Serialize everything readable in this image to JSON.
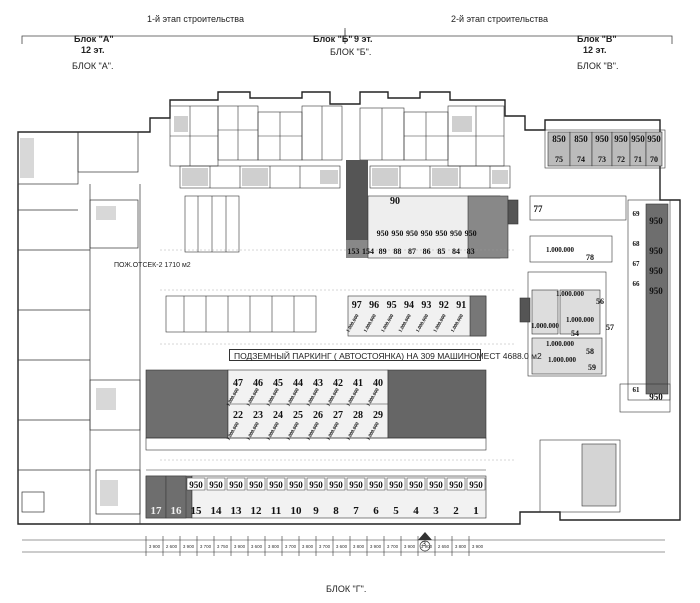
{
  "header": {
    "stage1": "1-й этап строительства",
    "stage2": "2-й этап строительства",
    "blockA": "Блок \"А\"",
    "blockA_floors": "12 эт.",
    "blockA_caption": "БЛОК \"А\".",
    "blockB": "Блок \"Б\"",
    "blockB_floors": "9 эт.",
    "blockB_caption": "БЛОК \"Б\".",
    "blockV": "Блок \"В\"",
    "blockV_floors": "12 эт.",
    "blockV_caption": "БЛОК \"В\"."
  },
  "plan": {
    "parking_title": "ПОДЗЕМНЫЙ ПАРКИНГ ( АВТОСТОЯНКА) НА 309 МАШИНОМЕСТ  4688.0 м2",
    "fire_zone": "ПОЖ.ОТСЕК-2  1710 м2",
    "bottom_caption": "БЛОК \"Г\".",
    "grid_marker": "3"
  },
  "spots": {
    "bottom_row": [
      {
        "num": "17",
        "price": ""
      },
      {
        "num": "16",
        "price": ""
      },
      {
        "num": "15",
        "price": "950"
      },
      {
        "num": "14",
        "price": "950"
      },
      {
        "num": "13",
        "price": "950"
      },
      {
        "num": "12",
        "price": "950"
      },
      {
        "num": "11",
        "price": "950"
      },
      {
        "num": "10",
        "price": "950"
      },
      {
        "num": "9",
        "price": "950"
      },
      {
        "num": "8",
        "price": "950"
      },
      {
        "num": "7",
        "price": "950"
      },
      {
        "num": "6",
        "price": "950"
      },
      {
        "num": "5",
        "price": "950"
      },
      {
        "num": "4",
        "price": "950"
      },
      {
        "num": "3",
        "price": "950"
      },
      {
        "num": "2",
        "price": "950"
      },
      {
        "num": "1",
        "price": "950"
      }
    ],
    "mid_top_row": [
      "47",
      "46",
      "45",
      "44",
      "43",
      "42",
      "41",
      "40"
    ],
    "mid_bottom_row": [
      "22",
      "23",
      "24",
      "25",
      "26",
      "27",
      "28",
      "29"
    ],
    "mid_price": "1.000.000",
    "upper_row": [
      "97",
      "96",
      "95",
      "94",
      "93",
      "92",
      "91"
    ],
    "top_row": [
      "153",
      "154",
      "89",
      "88",
      "87",
      "86",
      "85",
      "84",
      "83"
    ],
    "top_price": "950",
    "right_top_row": [
      {
        "num": "75",
        "price": "850"
      },
      {
        "num": "74",
        "price": "850"
      },
      {
        "num": "73",
        "price": "950"
      },
      {
        "num": "72",
        "price": "950"
      },
      {
        "num": "71",
        "price": "950"
      },
      {
        "num": "70",
        "price": "950"
      }
    ],
    "right_column": [
      {
        "num": "69",
        "price": "950"
      },
      {
        "num": "68",
        "price": "950"
      },
      {
        "num": "67",
        "price": "950"
      },
      {
        "num": "66",
        "price": "950"
      },
      {
        "num": "61",
        "price": "950"
      }
    ],
    "right_inner": [
      {
        "num": "78",
        "price": "1.000.000"
      },
      {
        "num": "56",
        "price": "1.000.000"
      },
      {
        "num": "54",
        "price": "1.000.000"
      },
      {
        "num": "57",
        "price": "1.000.000"
      },
      {
        "num": "58",
        "price": "1.000.000"
      },
      {
        "num": "59",
        "price": "1.000.000"
      }
    ],
    "col_90": "90",
    "col_77": "77"
  },
  "dims": [
    "3 900",
    "2 600",
    "3 900",
    "3 700",
    "3 750",
    "3 900",
    "3 600",
    "3 800",
    "3 700",
    "3 800",
    "3 700",
    "3 600",
    "3 800",
    "3 900",
    "3 700",
    "3 900",
    "3 900",
    "2 650",
    "3 800",
    "3 900"
  ]
}
